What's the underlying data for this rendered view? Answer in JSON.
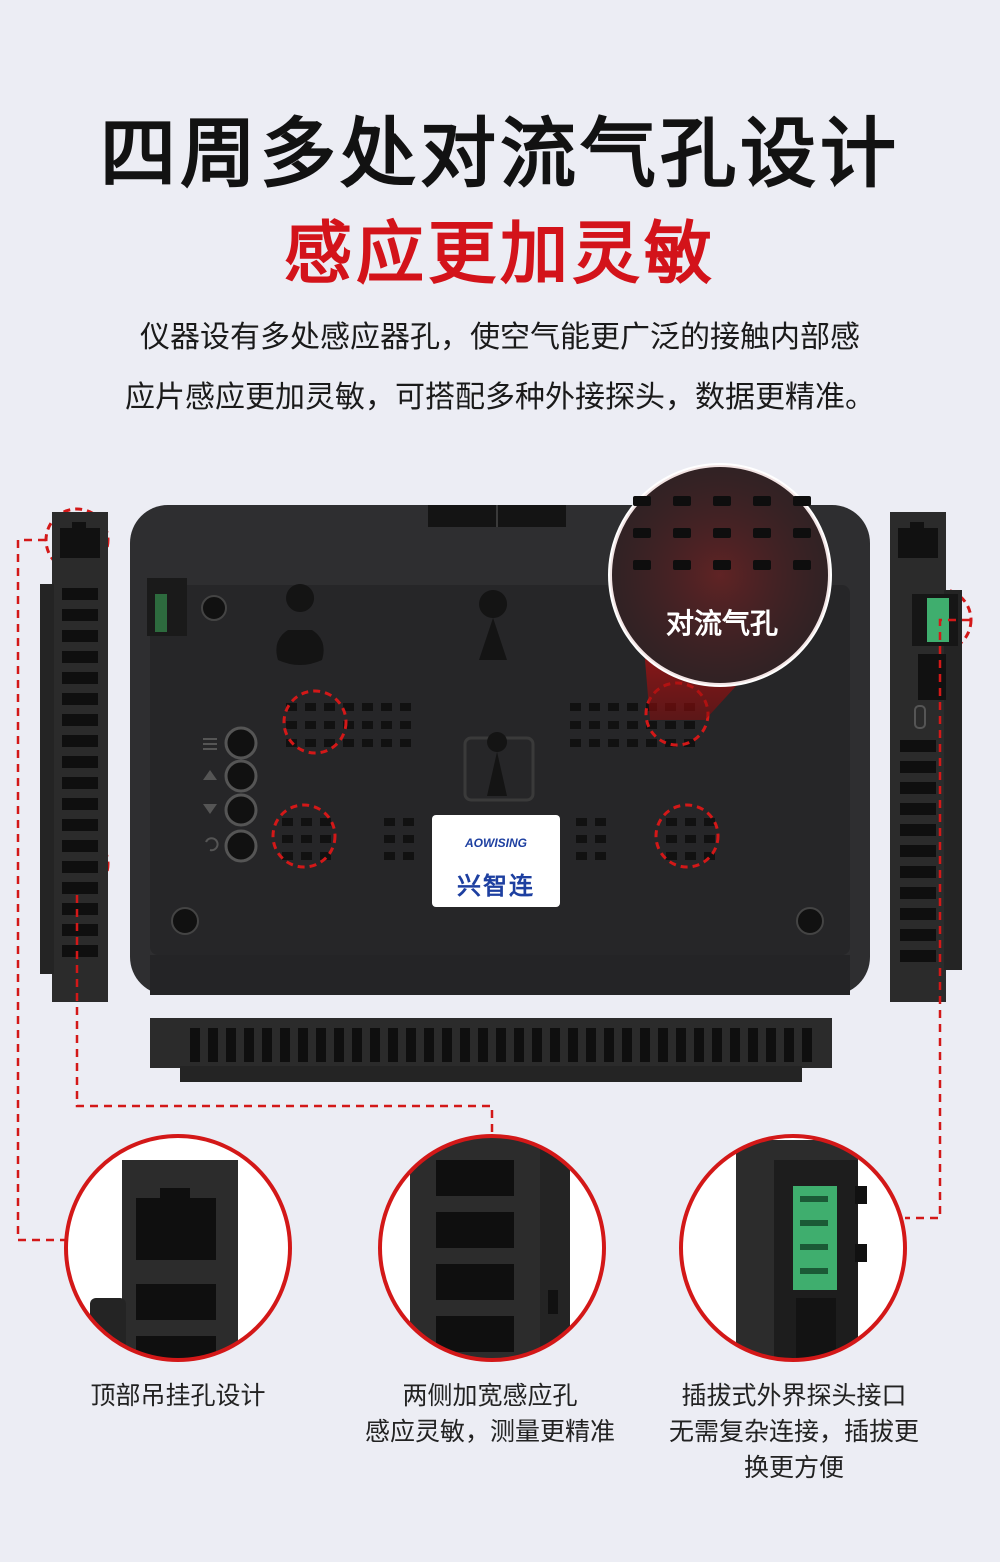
{
  "header": {
    "title": "四周多处对流气孔设计",
    "subtitle": "感应更加灵敏",
    "description_line1": "仪器设有多处感应器孔，使空气能更广泛的接触内部感",
    "description_line2": "应片感应更加灵敏，可搭配多种外接探头，数据更精准。"
  },
  "callout": {
    "label": "对流气孔"
  },
  "logo": {
    "brand": "AOWISING",
    "name_cn": "兴智连"
  },
  "captions": [
    {
      "lines": [
        "顶部吊挂孔设计"
      ]
    },
    {
      "lines": [
        "两侧加宽感应孔",
        "感应灵敏，测量更精准"
      ]
    },
    {
      "lines": [
        "插拔式外界探头接口",
        "无需复杂连接，插拔更",
        "换更方便"
      ]
    }
  ],
  "colors": {
    "background": "#ecedf4",
    "accent_red": "#d3131a",
    "device_body": "#2b2b2b",
    "connector_green": "#3fae6e"
  },
  "icons": {
    "button_icons": [
      "menu-icon",
      "up-arrow-icon",
      "down-arrow-icon",
      "back-icon"
    ]
  }
}
